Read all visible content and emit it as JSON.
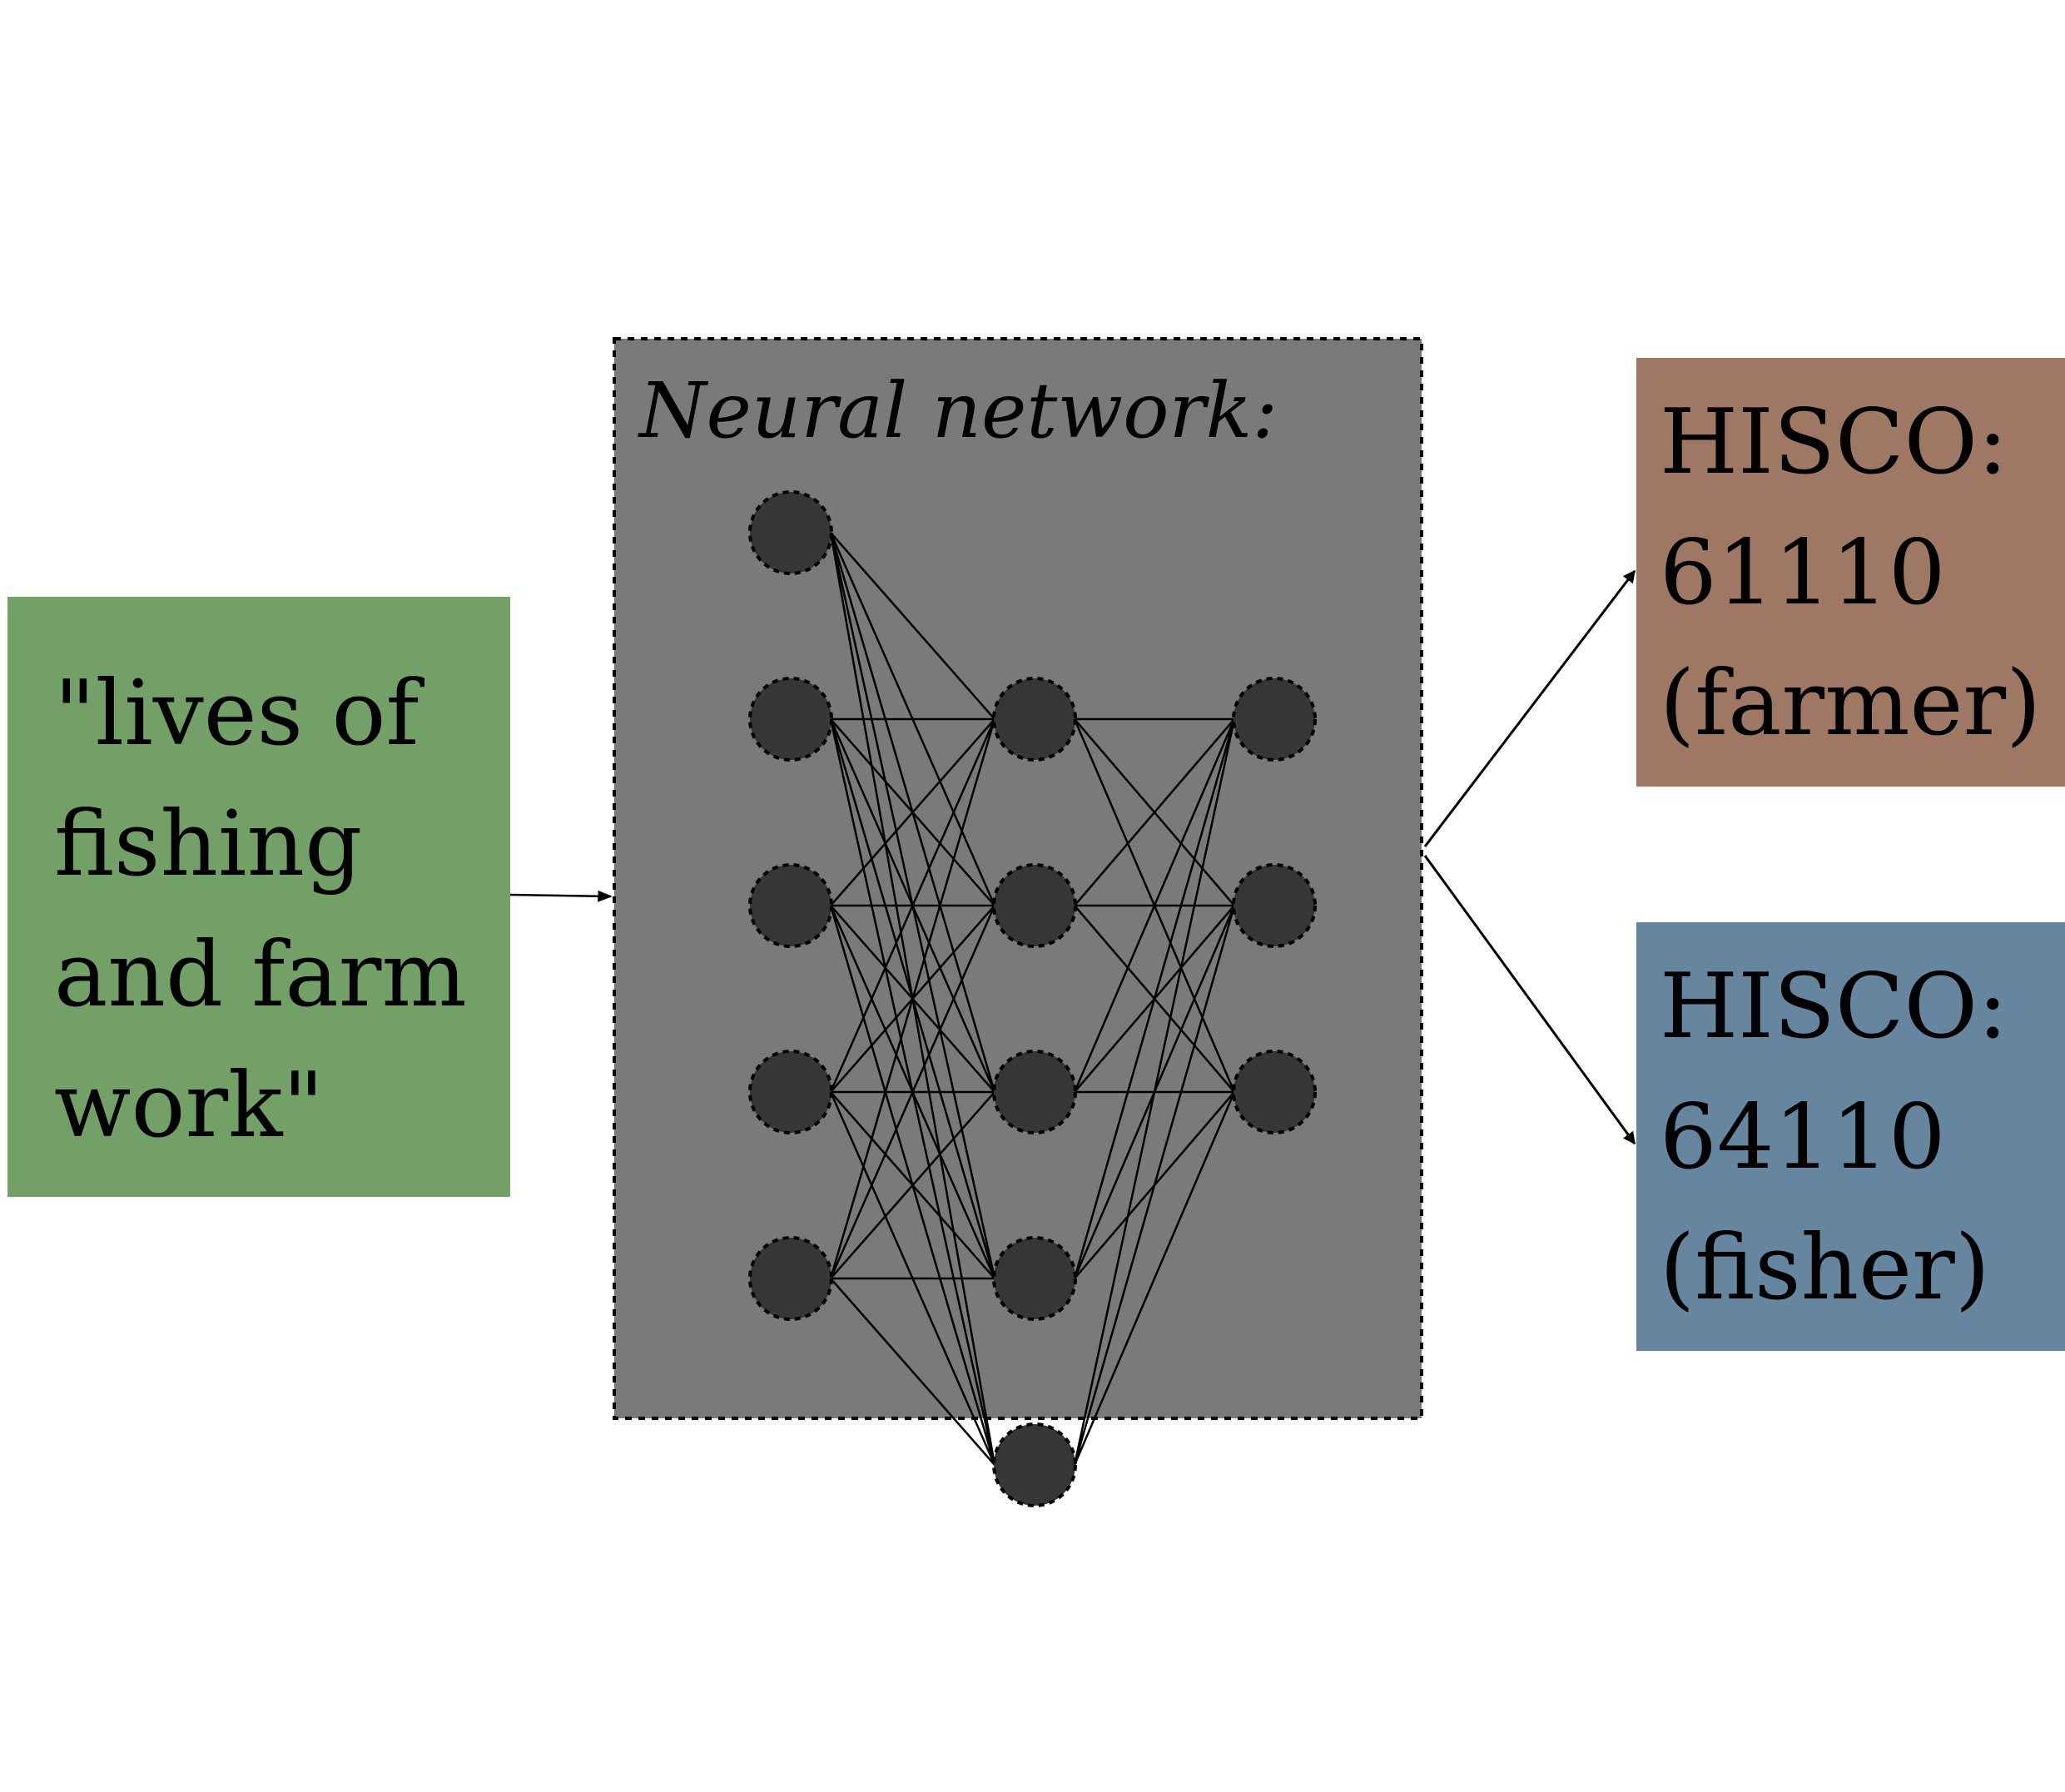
{
  "input": {
    "lines": [
      "\"lives of",
      "fishing",
      "and farm",
      "work\""
    ],
    "color": "#72a066"
  },
  "network": {
    "title": "Neural network:",
    "panel_color": "#7a7a7a",
    "node_color": "#363636",
    "layers": [
      5,
      5,
      3
    ]
  },
  "outputs": [
    {
      "lines": [
        "HISCO:",
        "61110",
        "(farmer)"
      ],
      "color": "#9e7863"
    },
    {
      "lines": [
        "HISCO:",
        "64110",
        "(fisher)"
      ],
      "color": "#66859f"
    }
  ]
}
